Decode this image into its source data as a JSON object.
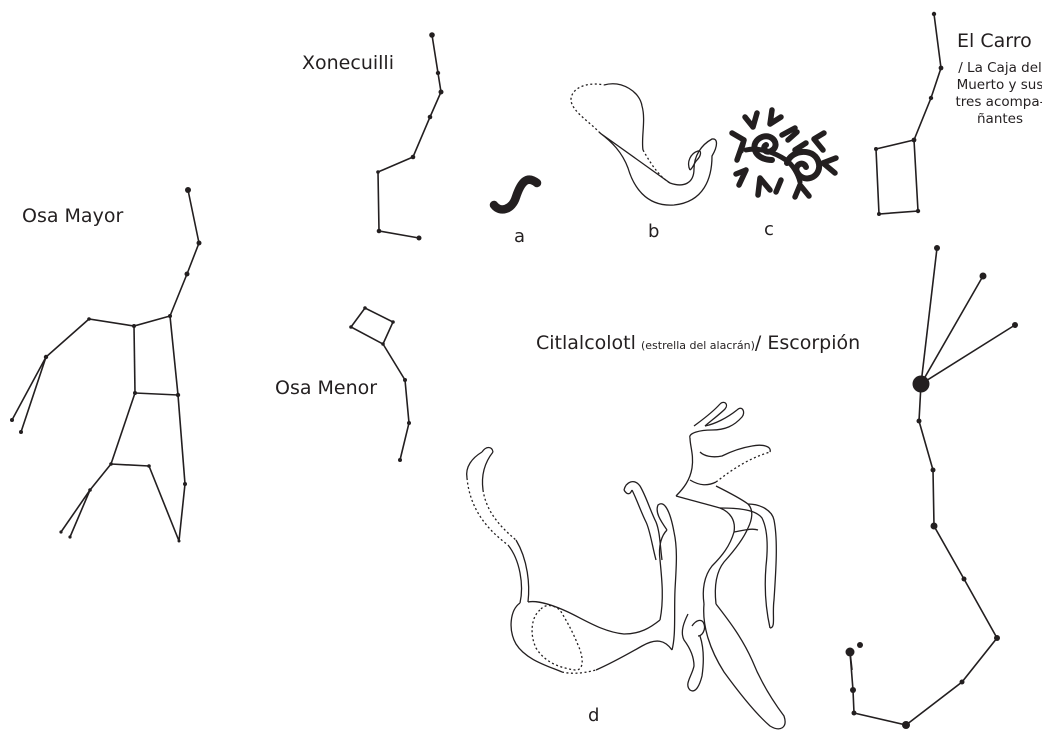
{
  "labels": {
    "osa_mayor": "Osa Mayor",
    "xonecuilli": "Xonecuilli",
    "osa_menor": "Osa Menor",
    "el_carro": "El Carro",
    "el_carro_sub": "/ La Caja del Muerto y sus tres acompa-ñantes",
    "citlalcolotl": "Citlalcolotl",
    "citlalcolotl_paren": "(estrella del alacrán)",
    "escorpion": "/ Escorpión"
  },
  "glyph_letters": {
    "a": "a",
    "b": "b",
    "c": "c",
    "d": "d"
  },
  "colors": {
    "ink": "#231f20",
    "background": "#ffffff"
  }
}
